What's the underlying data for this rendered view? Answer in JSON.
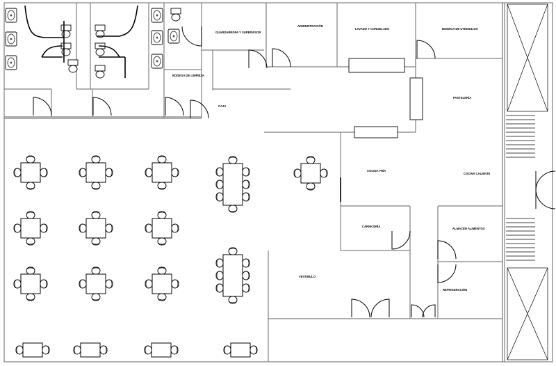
{
  "rooms": [
    {
      "id": "guardarropa",
      "label": "GUARDARROPA Y SUPERVISOR"
    },
    {
      "id": "administracion",
      "label": "ADMINISTRACIÓN"
    },
    {
      "id": "lavado",
      "label": "LAVADO Y CONGELADO"
    },
    {
      "id": "bodega",
      "label": "BODEGA DE UTENSILIOS"
    },
    {
      "id": "bodega-limpieza",
      "label": "BODEGA DE LIMPIEZA"
    },
    {
      "id": "caja",
      "label": "CAJA"
    },
    {
      "id": "pasteleria",
      "label": "PASTELERÍA"
    },
    {
      "id": "cocina-fria",
      "label": "COCINA FRÍA"
    },
    {
      "id": "cocina-caliente",
      "label": "COCINA CALIENTE"
    },
    {
      "id": "carniceria",
      "label": "CARNICERÍA"
    },
    {
      "id": "almacen",
      "label": "ALMACÉN ALIMENTOS"
    },
    {
      "id": "vestibulo",
      "label": "VESTIBULO"
    },
    {
      "id": "refrigeracion",
      "label": "REFRIGERACIÓN"
    }
  ]
}
